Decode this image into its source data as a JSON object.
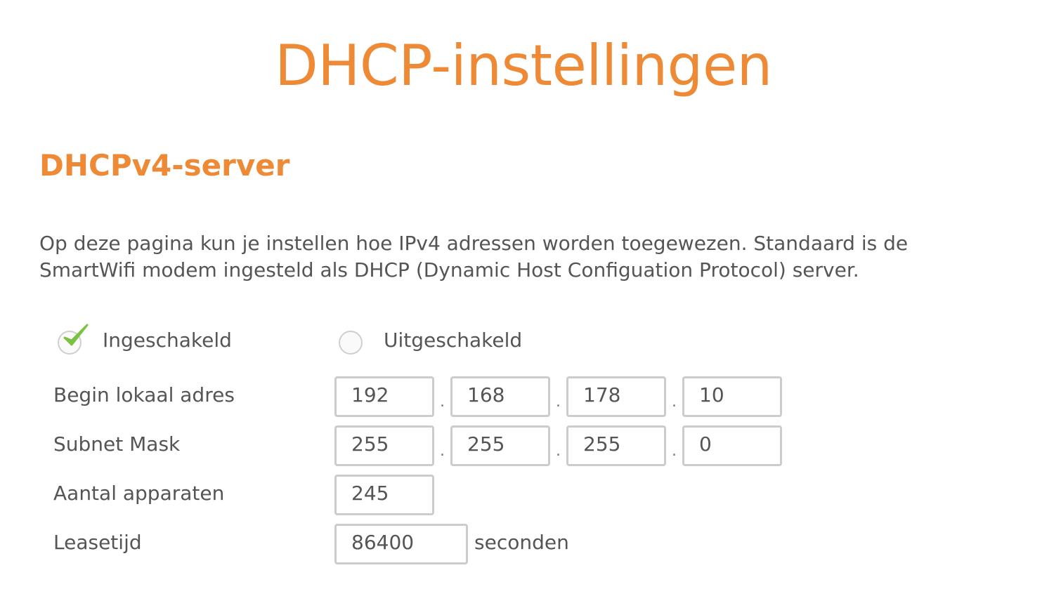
{
  "page": {
    "title": "DHCP-instellingen",
    "section_title": "DHCPv4-server",
    "description": "Op deze pagina kun je instellen hoe IPv4 adressen worden toegewezen. Standaard is de SmartWifi modem ingesteld als DHCP (Dynamic Host Configuation Protocol) server."
  },
  "dhcp_mode": {
    "enabled_label": "Ingeschakeld",
    "disabled_label": "Uitgeschakeld",
    "selected": "enabled",
    "check_color": "#7cc242"
  },
  "fields": {
    "start_address": {
      "label": "Begin lokaal adres",
      "octets": [
        "192",
        "168",
        "178",
        "10"
      ]
    },
    "subnet_mask": {
      "label": "Subnet Mask",
      "octets": [
        "255",
        "255",
        "255",
        "0"
      ]
    },
    "device_count": {
      "label": "Aantal apparaten",
      "value": "245"
    },
    "lease_time": {
      "label": "Leasetijd",
      "value": "86400",
      "unit": "seconden"
    }
  },
  "separator": ".",
  "colors": {
    "accent": "#ee8a35",
    "text": "#555555",
    "input_border": "#cccccc"
  }
}
